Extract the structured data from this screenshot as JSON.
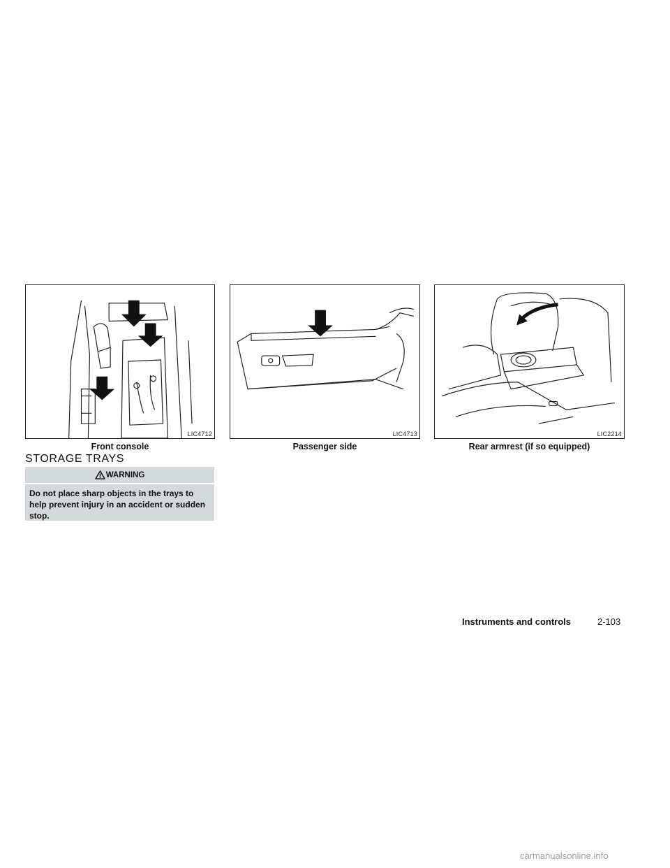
{
  "figures": [
    {
      "code": "LIC4712",
      "caption": "Front console"
    },
    {
      "code": "LIC4713",
      "caption": "Passenger side"
    },
    {
      "code": "LIC2214",
      "caption": "Rear armrest (if so equipped)"
    }
  ],
  "section": {
    "title": "STORAGE TRAYS"
  },
  "warning": {
    "label": "WARNING",
    "text": "Do not place sharp objects in the trays to help prevent injury in an accident or sudden stop."
  },
  "footer": {
    "section": "Instruments and controls",
    "page": "2-103"
  },
  "watermark": "carmanualsonline.info",
  "colors": {
    "warning_bg": "#d4d9dc",
    "watermark": "#9aa3a8"
  }
}
